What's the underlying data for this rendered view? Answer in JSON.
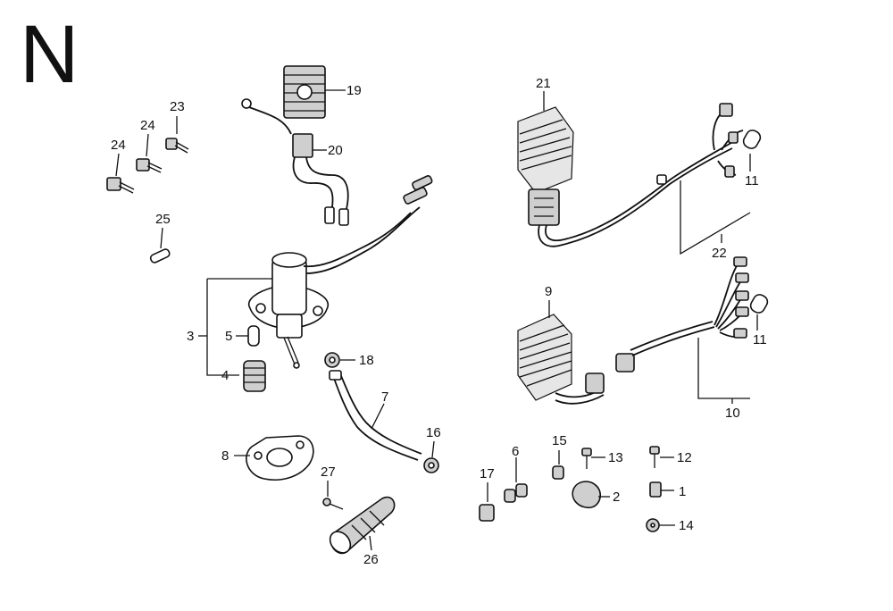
{
  "section_letter": "N",
  "callouts": {
    "c1": "1",
    "c2": "2",
    "c3": "3",
    "c4": "4",
    "c5": "5",
    "c6": "6",
    "c7": "7",
    "c8": "8",
    "c9": "9",
    "c10": "10",
    "c11a": "11",
    "c11b": "11",
    "c12": "12",
    "c13": "13",
    "c14": "14",
    "c15": "15",
    "c16": "16",
    "c17": "17",
    "c18": "18",
    "c19": "19",
    "c20": "20",
    "c21": "21",
    "c22": "22",
    "c23": "23",
    "c24a": "24",
    "c24b": "24",
    "c25": "25",
    "c26": "26",
    "c27": "27"
  }
}
